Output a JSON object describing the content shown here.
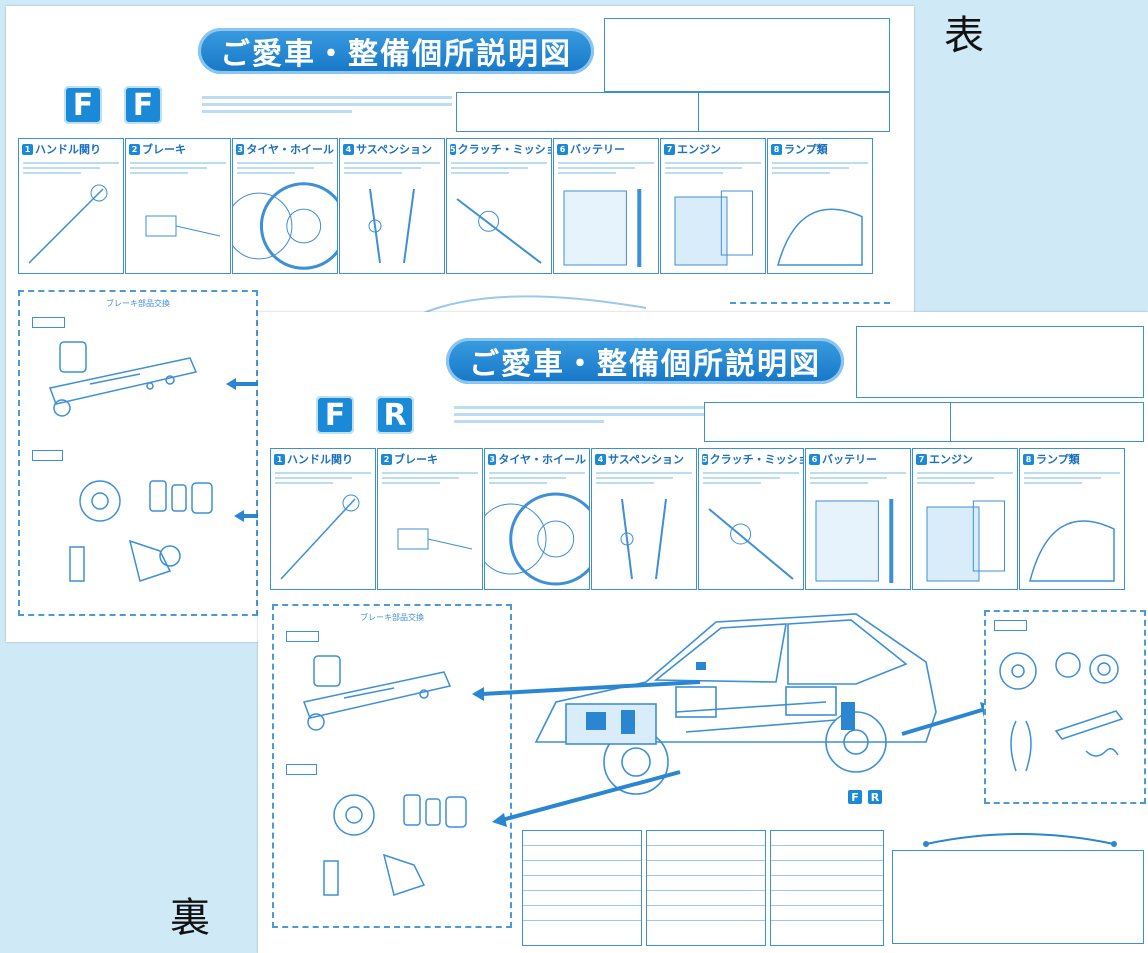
{
  "labels": {
    "front": "表",
    "back": "裏"
  },
  "front": {
    "title": "ご愛車・整備個所説明図",
    "badges": [
      "F",
      "F"
    ]
  },
  "back": {
    "title": "ご愛車・整備個所説明図",
    "badges": [
      "F",
      "R"
    ],
    "mini_badges": [
      "F",
      "R"
    ]
  },
  "panels": [
    {
      "num": "1",
      "label": "ハンドル関り"
    },
    {
      "num": "2",
      "label": "ブレーキ"
    },
    {
      "num": "3",
      "label": "タイヤ・ホイール"
    },
    {
      "num": "4",
      "label": "サスペンション"
    },
    {
      "num": "5",
      "label": "クラッチ・ミッション"
    },
    {
      "num": "6",
      "label": "バッテリー"
    },
    {
      "num": "7",
      "label": "エンジン"
    },
    {
      "num": "8",
      "label": "ランプ類"
    }
  ],
  "brake_panel_title": "ブレーキ部品交換",
  "colors": {
    "accent": "#1a8ad8",
    "line": "#3d8fd6",
    "background": "#cfe9f7"
  }
}
